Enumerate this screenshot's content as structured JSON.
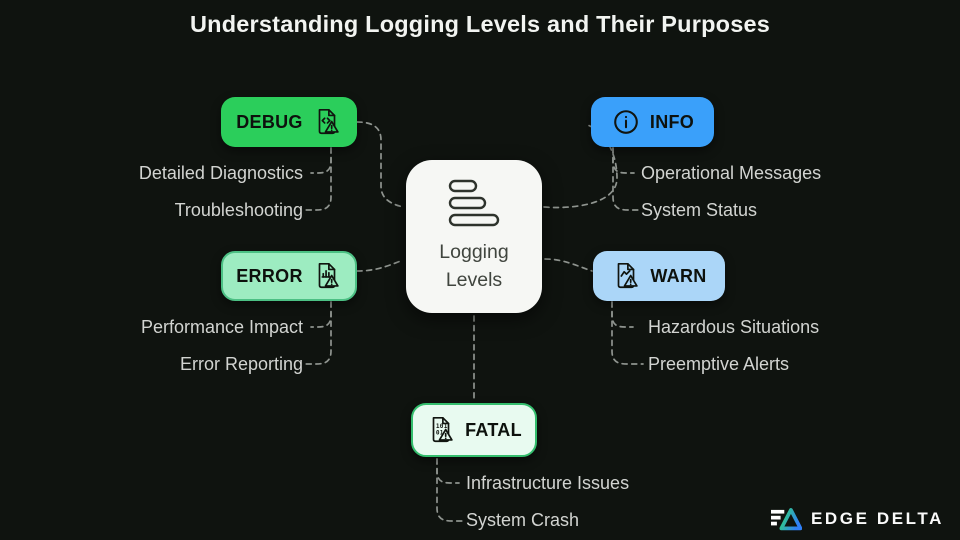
{
  "title": "Understanding Logging Levels and Their Purposes",
  "center": {
    "label": "Logging Levels"
  },
  "branches": {
    "debug": {
      "label": "DEBUG",
      "items": [
        "Detailed Diagnostics",
        "Troubleshooting"
      ]
    },
    "info": {
      "label": "INFO",
      "items": [
        "Operational Messages",
        "System Status"
      ]
    },
    "error": {
      "label": "ERROR",
      "items": [
        "Performance Impact",
        "Error Reporting"
      ]
    },
    "warn": {
      "label": "WARN",
      "items": [
        "Hazardous Situations",
        "Preemptive Alerts"
      ]
    },
    "fatal": {
      "label": "FATAL",
      "items": [
        "Infrastructure Issues",
        "System Crash"
      ]
    }
  },
  "branding": {
    "logo_text": "EDGE DELTA"
  },
  "colors": {
    "background": "#0f130f",
    "debug_fill": "#2bce5b",
    "info_fill": "#3aa0fa",
    "error_fill": "#9decc1",
    "warn_fill": "#abd6f8",
    "fatal_fill": "#e8faf0",
    "fatal_border": "#34bd6d",
    "center_fill": "#f6f7f4",
    "leaf_text": "#d2d4d1",
    "connector": "#8f948f",
    "logo_green": "#31d96f",
    "logo_blue": "#2f7ff7"
  }
}
